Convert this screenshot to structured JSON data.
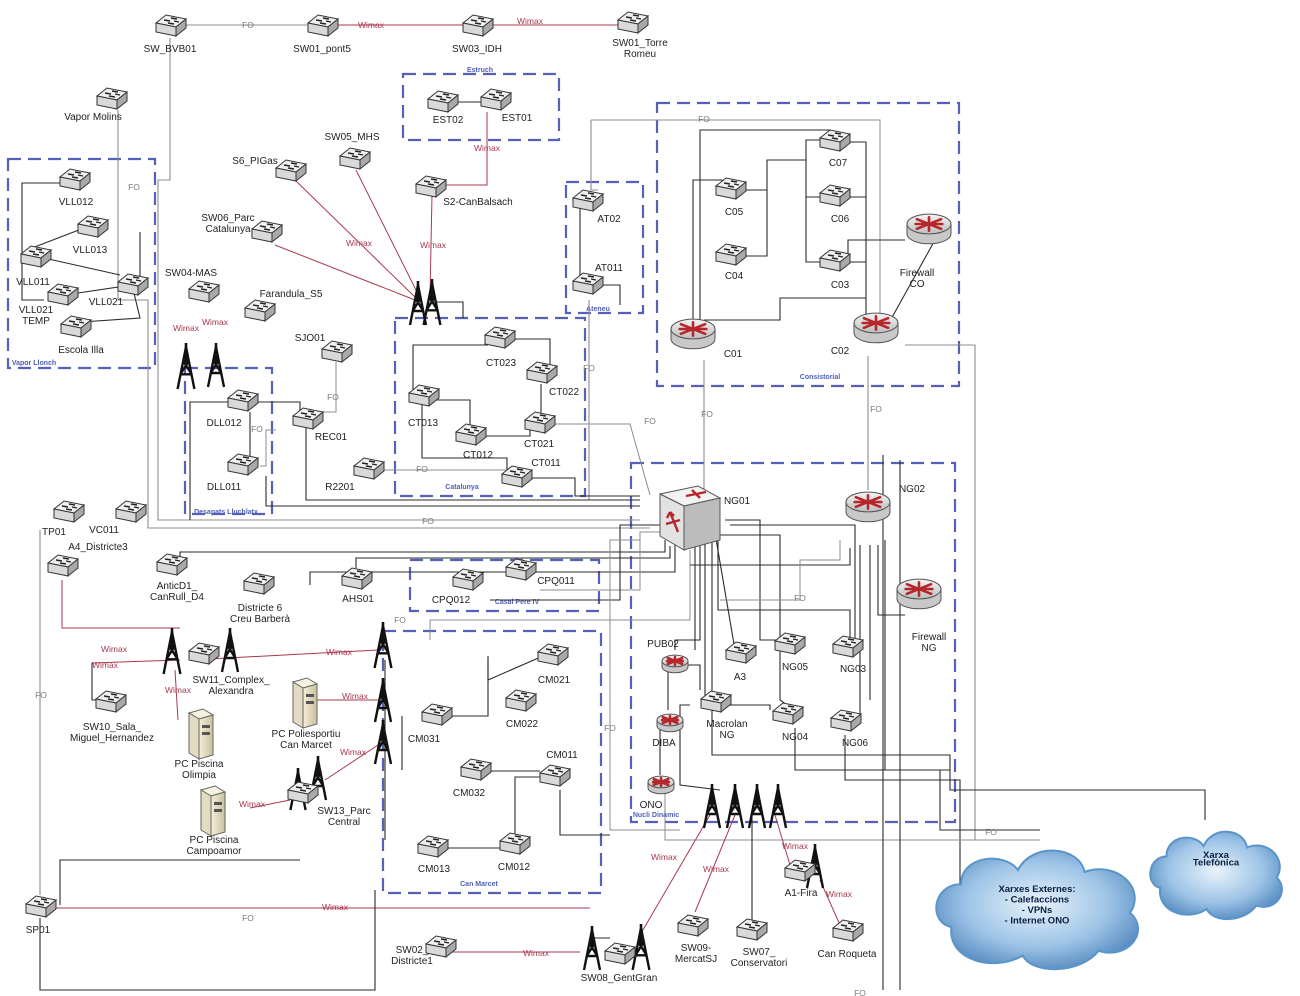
{
  "groups": [
    {
      "id": "g-estruch",
      "title": "Estruch"
    },
    {
      "id": "g-vapor",
      "title": "Vapor Llonch"
    },
    {
      "id": "g-ateneu",
      "title": "Ateneu"
    },
    {
      "id": "g-consistorial",
      "title": "Consistorial"
    },
    {
      "id": "g-desapats",
      "title": "Desapats Lluchlatx"
    },
    {
      "id": "g-catalunya",
      "title": "Catalunya"
    },
    {
      "id": "g-casal",
      "title": "Casal Pere IV"
    },
    {
      "id": "g-canmarcet",
      "title": "Can Marcet"
    },
    {
      "id": "g-nucli",
      "title": "Nucli Dinàmic"
    }
  ],
  "devices": [
    {
      "id": "SW_BVB01",
      "label": "SW_BVB01",
      "type": "switch"
    },
    {
      "id": "SW01_pont5",
      "label": "SW01_pont5",
      "type": "switch"
    },
    {
      "id": "SW03_IDH",
      "label": "SW03_IDH",
      "type": "switch"
    },
    {
      "id": "SW01_Torre",
      "label": "SW01_Torre\nRomeu",
      "type": "switch"
    },
    {
      "id": "VaporMolins",
      "label": "Vapor Molins",
      "type": "switch"
    },
    {
      "id": "EST02",
      "label": "EST02",
      "type": "switch"
    },
    {
      "id": "EST01",
      "label": "EST01",
      "type": "switch"
    },
    {
      "id": "SW05_MHS",
      "label": "SW05_MHS",
      "type": "switch"
    },
    {
      "id": "S6_PIGas",
      "label": "S6_PIGas",
      "type": "switch"
    },
    {
      "id": "S2_CanBalsach",
      "label": "S2-CanBalsach",
      "type": "switch"
    },
    {
      "id": "SW06_Parc",
      "label": "SW06_Parc\nCatalunya",
      "type": "switch"
    },
    {
      "id": "VLL012",
      "label": "VLL012",
      "type": "switch"
    },
    {
      "id": "VLL013",
      "label": "VLL013",
      "type": "switch"
    },
    {
      "id": "VLL011",
      "label": "VLL011",
      "type": "switch"
    },
    {
      "id": "VLL021TEMP",
      "label": "VLL021\nTEMP",
      "type": "switch"
    },
    {
      "id": "VLL021",
      "label": "VLL021",
      "type": "switch"
    },
    {
      "id": "EscolaIlla",
      "label": "Escola Illa",
      "type": "switch"
    },
    {
      "id": "AT02",
      "label": "AT02",
      "type": "switch"
    },
    {
      "id": "AT011",
      "label": "AT011",
      "type": "switch"
    },
    {
      "id": "C07",
      "label": "C07",
      "type": "switch"
    },
    {
      "id": "C05",
      "label": "C05",
      "type": "switch"
    },
    {
      "id": "C06",
      "label": "C06",
      "type": "switch"
    },
    {
      "id": "C04",
      "label": "C04",
      "type": "switch"
    },
    {
      "id": "C03",
      "label": "C03",
      "type": "switch"
    },
    {
      "id": "FirewallCO",
      "label": "Firewall\nCO",
      "type": "router"
    },
    {
      "id": "C01",
      "label": "C01",
      "type": "router"
    },
    {
      "id": "C02",
      "label": "C02",
      "type": "router"
    },
    {
      "id": "SW04_MAS",
      "label": "SW04-MAS",
      "type": "switch"
    },
    {
      "id": "Farandula",
      "label": "Farandula_S5",
      "type": "switch"
    },
    {
      "id": "SJO01",
      "label": "SJO01",
      "type": "switch"
    },
    {
      "id": "DLL012",
      "label": "DLL012",
      "type": "switch"
    },
    {
      "id": "REC01",
      "label": "REC01",
      "type": "switch"
    },
    {
      "id": "DLL011",
      "label": "DLL011",
      "type": "switch"
    },
    {
      "id": "CT023",
      "label": "CT023",
      "type": "switch"
    },
    {
      "id": "CT022",
      "label": "CT022",
      "type": "switch"
    },
    {
      "id": "CT013",
      "label": "CT013",
      "type": "switch"
    },
    {
      "id": "CT012",
      "label": "CT012",
      "type": "switch"
    },
    {
      "id": "CT021",
      "label": "CT021",
      "type": "switch"
    },
    {
      "id": "CT011",
      "label": "CT011",
      "type": "switch"
    },
    {
      "id": "R2201",
      "label": "R2201",
      "type": "switch"
    },
    {
      "id": "NG01",
      "label": "NG01",
      "type": "core"
    },
    {
      "id": "NG02",
      "label": "NG02",
      "type": "router"
    },
    {
      "id": "TP01",
      "label": "TP01",
      "type": "switch"
    },
    {
      "id": "VC011",
      "label": "VC011",
      "type": "switch"
    },
    {
      "id": "A4_Districte3",
      "label": "A4_Districte3",
      "type": "switch"
    },
    {
      "id": "AnticD1",
      "label": "AnticD1_\nCanRull_D4",
      "type": "switch"
    },
    {
      "id": "Districte6",
      "label": "Districte 6\nCreu Barberà",
      "type": "switch"
    },
    {
      "id": "AHS01",
      "label": "AHS01",
      "type": "switch"
    },
    {
      "id": "CPQ012",
      "label": "CPQ012",
      "type": "switch"
    },
    {
      "id": "CPQ011",
      "label": "CPQ011",
      "type": "switch"
    },
    {
      "id": "FirewallNG",
      "label": "Firewall\nNG",
      "type": "router"
    },
    {
      "id": "PUB02",
      "label": "PUB02",
      "type": "router"
    },
    {
      "id": "A3",
      "label": "A3",
      "type": "switch"
    },
    {
      "id": "NG05",
      "label": "NG05",
      "type": "switch"
    },
    {
      "id": "NG03",
      "label": "NG03",
      "type": "switch"
    },
    {
      "id": "DIBA",
      "label": "DIBA",
      "type": "router"
    },
    {
      "id": "Macrolan",
      "label": "Macrolan\nNG",
      "type": "switch"
    },
    {
      "id": "NG04",
      "label": "NG04",
      "type": "switch"
    },
    {
      "id": "NG06",
      "label": "NG06",
      "type": "switch"
    },
    {
      "id": "ONO",
      "label": "ONO",
      "type": "router"
    },
    {
      "id": "SW11",
      "label": "SW11_Complex_\nAlexandra",
      "type": "switch"
    },
    {
      "id": "SW10",
      "label": "SW10_Sala_\nMiguel_Hernandez",
      "type": "switch"
    },
    {
      "id": "PCPiscinaOlimpia",
      "label": "PC Piscina\nOlimpia",
      "type": "pc"
    },
    {
      "id": "PCPoliesportiu",
      "label": "PC Poliesportiu\nCan Marcet",
      "type": "pc"
    },
    {
      "id": "PCPiscinaCampoamor",
      "label": "PC Piscina\nCampoamor",
      "type": "pc"
    },
    {
      "id": "SW13",
      "label": "SW13_Parc\nCentral",
      "type": "switch"
    },
    {
      "id": "CM021",
      "label": "CM021",
      "type": "switch"
    },
    {
      "id": "CM022",
      "label": "CM022",
      "type": "switch"
    },
    {
      "id": "CM031",
      "label": "CM031",
      "type": "switch"
    },
    {
      "id": "CM011",
      "label": "CM011",
      "type": "switch"
    },
    {
      "id": "CM032",
      "label": "CM032",
      "type": "switch"
    },
    {
      "id": "CM013",
      "label": "CM013",
      "type": "switch"
    },
    {
      "id": "CM012",
      "label": "CM012",
      "type": "switch"
    },
    {
      "id": "SP01",
      "label": "SP01",
      "type": "switch"
    },
    {
      "id": "A1_Fira",
      "label": "A1-Fira",
      "type": "switch"
    },
    {
      "id": "CanRoqueta",
      "label": "Can Roqueta",
      "type": "switch"
    },
    {
      "id": "SW09",
      "label": "SW09-\nMercatSJ",
      "type": "switch"
    },
    {
      "id": "SW07",
      "label": "SW07_\nConservatori",
      "type": "switch"
    },
    {
      "id": "SW02",
      "label": "SW02_\nDistricte1",
      "type": "switch"
    },
    {
      "id": "SW08",
      "label": "SW08_GentGran",
      "type": "switch"
    }
  ],
  "clouds": [
    {
      "id": "cloud-externes",
      "lines": [
        "Xarxes Externes:",
        "- Calefaccions",
        "- VPNs",
        "- Internet ONO"
      ]
    },
    {
      "id": "cloud-telefonica",
      "lines": [
        "Xarxa",
        "Telefònica"
      ]
    }
  ],
  "link_labels": {
    "fo": "FO",
    "wimax": "Wimax"
  },
  "colors": {
    "fo": "#8c8c8c",
    "wimax": "#a8394f",
    "group": "#5560b8",
    "cloud": "#5b94c8",
    "router": "#b5272b"
  }
}
